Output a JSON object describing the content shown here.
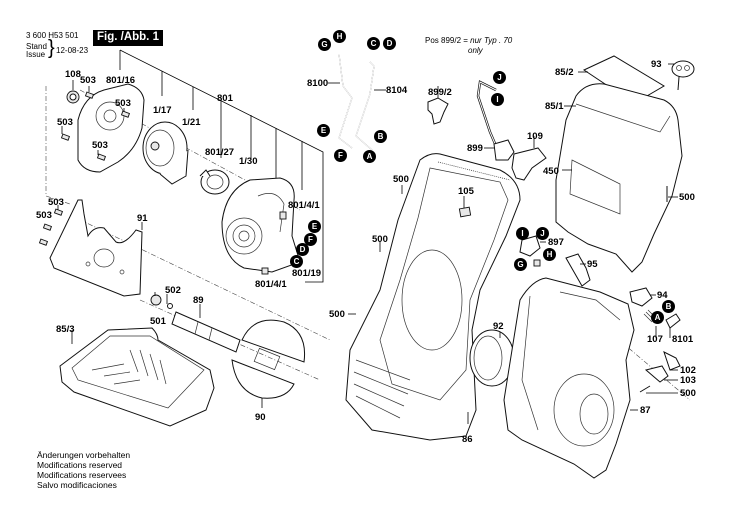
{
  "header": {
    "part_number": "3 600 H53 501",
    "stand_label": "Stand",
    "issue_label": "Issue",
    "brace": "}",
    "date": "12-08-23",
    "figure_title": "Fig. /Abb. 1"
  },
  "note": {
    "line1_prefix": "Pos 899/2 =",
    "line1_italic": "nur Typ . 70",
    "line2_italic": "only"
  },
  "footer": {
    "lines": [
      "Änderungen vorbehalten",
      "Modifications reserved",
      "Modifications reservees",
      "Salvo modificaciones"
    ]
  },
  "labels": {
    "p108": "108",
    "p503_a": "503",
    "p801_16": "801/16",
    "p503_b": "503",
    "p503_c": "503",
    "p503_d": "503",
    "p1_17": "1/17",
    "p1_21": "1/21",
    "p801": "801",
    "p801_27": "801/27",
    "p1_30": "1/30",
    "p801_4_1_a": "801/4/1",
    "p801_19": "801/19",
    "p801_4_1_b": "801/4/1",
    "p503_e": "503",
    "p503_f": "503",
    "p91": "91",
    "p502": "502",
    "p501": "501",
    "p89": "89",
    "p85_3": "85/3",
    "p90": "90",
    "p8100": "8100",
    "p8104": "8104",
    "p899_2": "899/2",
    "p899": "899",
    "p109": "109",
    "p450": "450",
    "p85_2": "85/2",
    "p85_1": "85/1",
    "p93": "93",
    "p500_a": "500",
    "p500_b": "500",
    "p500_c": "500",
    "p500_d": "500",
    "p105": "105",
    "p897": "897",
    "p95": "95",
    "p92": "92",
    "p86": "86",
    "p94": "94",
    "p107": "107",
    "p8101": "8101",
    "p102": "102",
    "p103": "103",
    "p500_e": "500",
    "p87": "87"
  },
  "callouts": {
    "motor_E": "E",
    "motor_F": "F",
    "motor_D": "D",
    "motor_C": "C",
    "cable8100_G": "G",
    "cable8100_H": "H",
    "cable8100_E": "E",
    "cable8100_F": "F",
    "cable8104_C": "C",
    "cable8104_D": "D",
    "cable8104_B": "B",
    "cable8104_A": "A",
    "cable899_J": "J",
    "cable899_I": "I",
    "switch897_I": "I",
    "switch897_J": "J",
    "switch897_G": "G",
    "switch897_H": "H",
    "plug8101_A": "A",
    "plug8101_B": "B"
  }
}
